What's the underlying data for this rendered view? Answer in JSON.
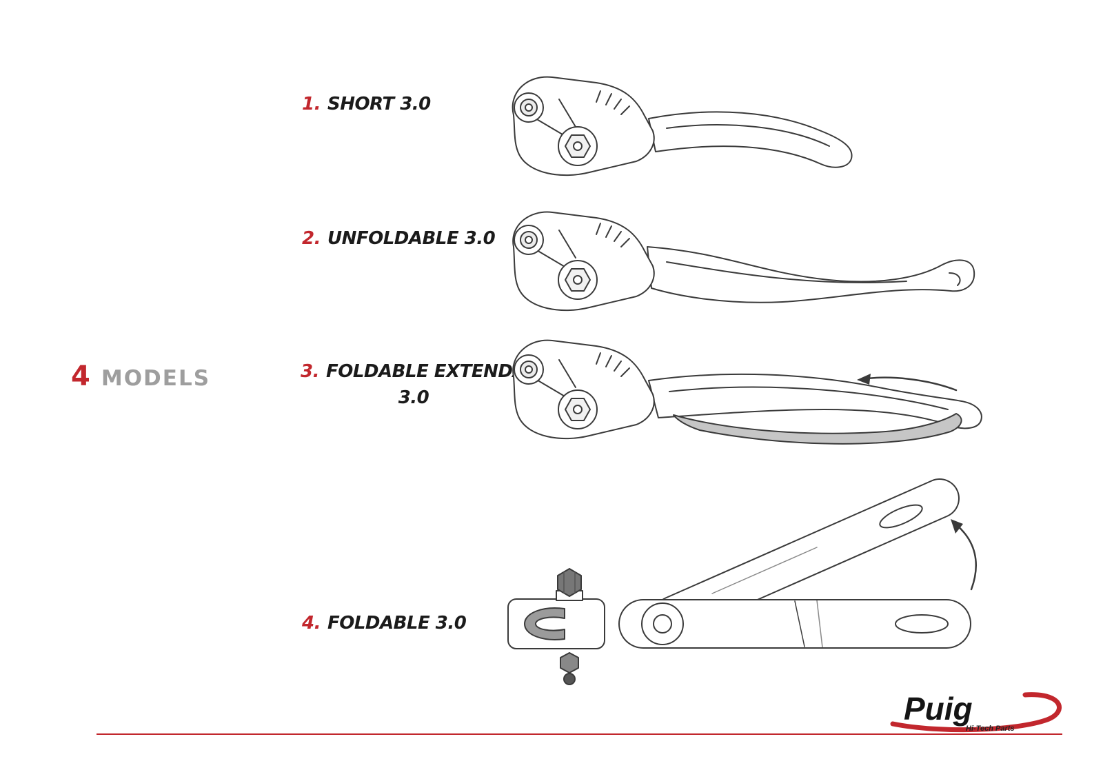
{
  "heading": {
    "count": "4",
    "label": "MODELS"
  },
  "models": [
    {
      "number": "1.",
      "name": "SHORT 3.0"
    },
    {
      "number": "2.",
      "name": "UNFOLDABLE 3.0"
    },
    {
      "number": "3.",
      "name": "FOLDABLE EXTENDABLE",
      "name_line2": "3.0"
    },
    {
      "number": "4.",
      "name": "FOLDABLE 3.0"
    }
  ],
  "logo": {
    "brand": "Puig",
    "tagline": "Hi-Tech Parts"
  },
  "colors": {
    "accent": "#c2272d",
    "heading_gray": "#9e9e9e",
    "ink": "#3a3a3a"
  }
}
